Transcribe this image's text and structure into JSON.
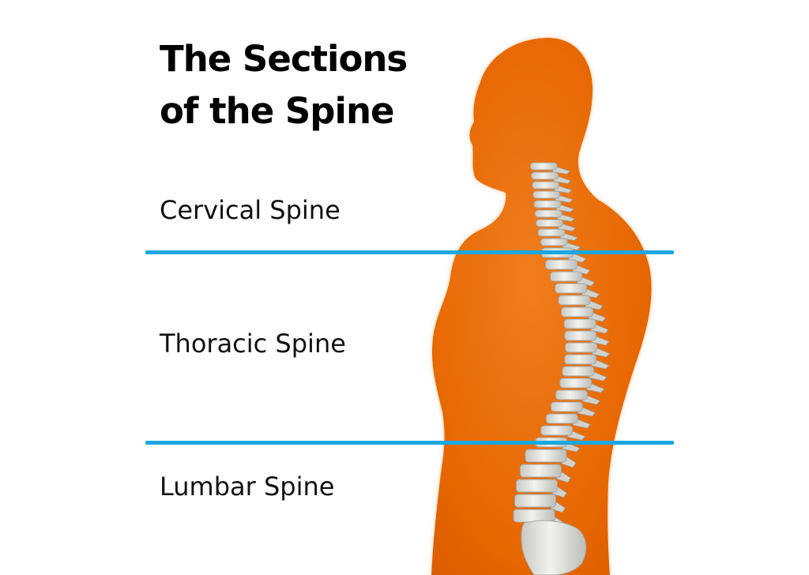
{
  "title": {
    "line1": "The Sections",
    "line2": "of the Spine"
  },
  "sections": [
    {
      "label": "Cervical Spine"
    },
    {
      "label": "Thoracic Spine"
    },
    {
      "label": "Lumbar Spine"
    }
  ],
  "colors": {
    "body": "#e35f00",
    "body_highlight": "#f07d1e",
    "bone": "#e9e9e6",
    "bone_shadow": "#b9b9b4",
    "divider": "#1ba7df",
    "text": "#000000"
  },
  "illustration": {
    "subject": "human-silhouette-side-view",
    "detail": "spine-vertebrae"
  }
}
